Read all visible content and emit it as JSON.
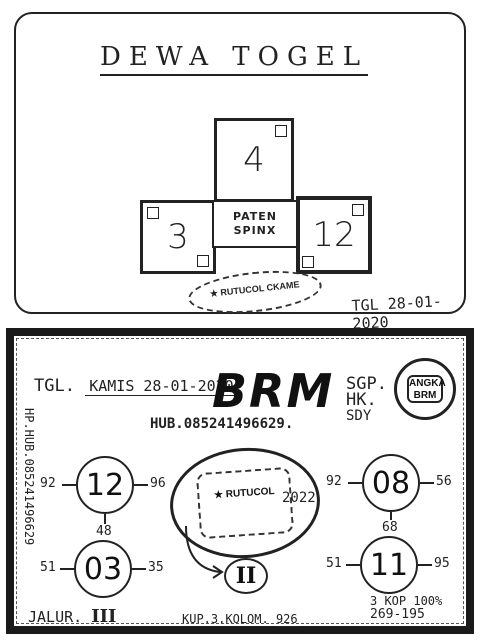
{
  "top_card": {
    "title": "DEWA TOGEL",
    "boxes": {
      "top": "4",
      "left": "3",
      "right": "12",
      "middle_line1": "PATEN",
      "middle_line2": "SPINX"
    },
    "stamp": "★ RUTUCOL CKAME",
    "date": "TGL 28-01-2020"
  },
  "bottom_card": {
    "tgl_label": "TGL.",
    "tgl_value": "KAMIS 28-01-2020",
    "title": "BRM",
    "markets": [
      "SGP.",
      "HK.",
      "SDY"
    ],
    "hub": "HUB.085241496629.",
    "hub_vertical": "HP.HUB.085241496629",
    "seal_text": "ANGKA BRM",
    "circles": {
      "top_left": {
        "main": "12",
        "left": "92",
        "right": "96",
        "bottom": "48"
      },
      "top_right": {
        "main": "08",
        "left": "92",
        "right": "56",
        "bottom": "68"
      },
      "bottom_left": {
        "main": "03",
        "left": "51",
        "right": "35"
      },
      "bottom_right": {
        "main": "11",
        "left": "51",
        "right": "95"
      }
    },
    "center_stamp": "★ RUTUCOL",
    "two_badge": "2022",
    "roman": "II",
    "jalur_label": "JALUR.",
    "jalur_value": "III",
    "kup_label": "KUP.3.KOLOM.",
    "kup_value": "926",
    "bottom_right_line1": "3 KOP 100%",
    "bottom_right_line2": "269-195"
  }
}
